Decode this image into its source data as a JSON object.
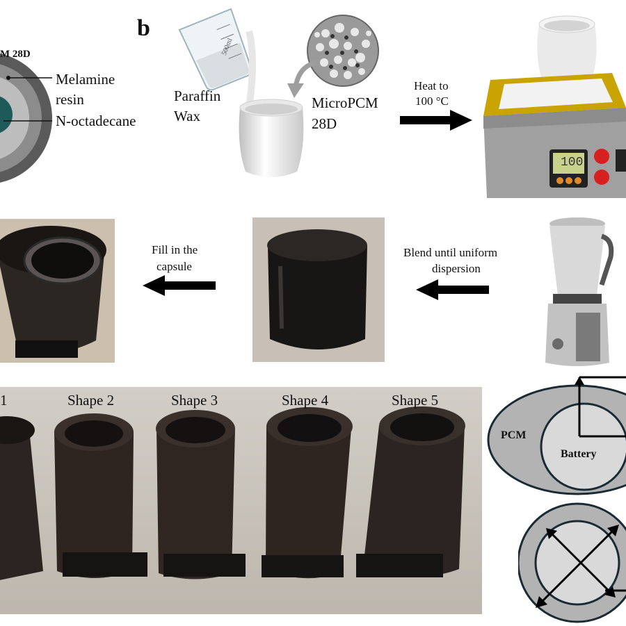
{
  "panel_b": {
    "letter": "b",
    "mpcm_title_partial": "M 28D",
    "shell_label_1": "Melamine",
    "shell_label_2": "resin",
    "core_label": "N-octadecane",
    "wax_label_1": "Paraffin",
    "wax_label_2": "Wax",
    "beaker_mark": "500ml",
    "mpcm_label_1": "MicroPCM",
    "mpcm_label_2": "28D",
    "heat_label_1": "Heat to",
    "heat_label_2": "100 °C",
    "hotplate_display": "100"
  },
  "process_row": {
    "blend_label_1": "Blend until uniform",
    "blend_label_2": "dispersion",
    "fill_label_1": "Fill in the",
    "fill_label_2": "capsule"
  },
  "shapes_photo": {
    "labels": [
      "1",
      "Shape 2",
      "Shape 3",
      "Shape 4",
      "Shape 5"
    ]
  },
  "cross_section": {
    "outer_label": "PCM",
    "inner_label": "Battery"
  },
  "colors": {
    "ring_gray": "#b3b3b3",
    "inner_gray": "#d9d9d9",
    "dark_outline": "#1a2b33",
    "arrow_black": "#000000",
    "hotplate_yellow": "#c9a300",
    "hotplate_body": "#9a9a9a",
    "display_green": "#c9d28a",
    "knob_red": "#d92020"
  }
}
